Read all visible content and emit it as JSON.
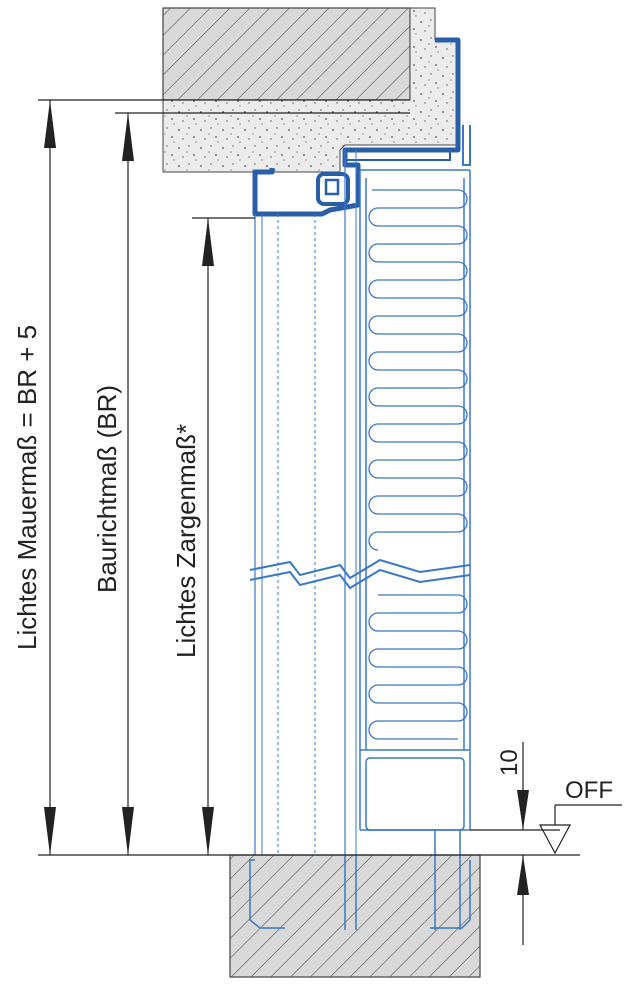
{
  "labels": {
    "lichtes_mauermass": "Lichtes Mauermaß = BR + 5",
    "baurichtmass": "Baurichtmaß (BR)",
    "lichtes_zargenmass": "Lichtes Zargenmaß*",
    "offset_value": "10",
    "floor_marker": "OFF"
  },
  "colors": {
    "frame_blue": "#2a5fa8",
    "line_blue": "#3b78c8",
    "hatch": "#555555",
    "masonry_fill": "#d9d9d9",
    "plaster_fill": "#ececec",
    "ink": "#222222"
  }
}
